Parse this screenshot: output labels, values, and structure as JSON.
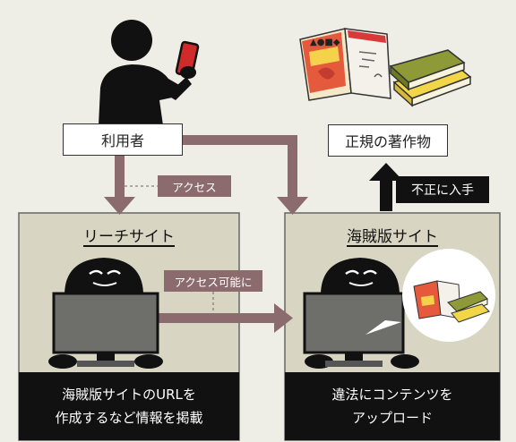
{
  "user_label": "利用者",
  "official_label": "正規の著作物",
  "theft_label": "不正に入手",
  "access_label": "アクセス",
  "access_possible_label": "アクセス可能に",
  "leech_site": {
    "title": "リーチサイト",
    "caption_line1": "海賊版サイトのURLを",
    "caption_line2": "作成するなど情報を掲載"
  },
  "pirate_site": {
    "title": "海賊版サイト",
    "caption_line1": "違法にコンテンツを",
    "caption_line2": "アップロード"
  },
  "colors": {
    "background": "#efeee6",
    "panel": "#d8d5c2",
    "arrow": "#8b6b6e",
    "dark": "#111111",
    "monitor": "#6e6e6a",
    "book_red": "#d83a3a",
    "book_yellow": "#f1d648",
    "book_green": "#8d9a37"
  },
  "icons": [
    "user-with-phone-icon",
    "hooded-figure-icon",
    "monitor-icon",
    "book-icon",
    "speech-bubble-icon"
  ]
}
